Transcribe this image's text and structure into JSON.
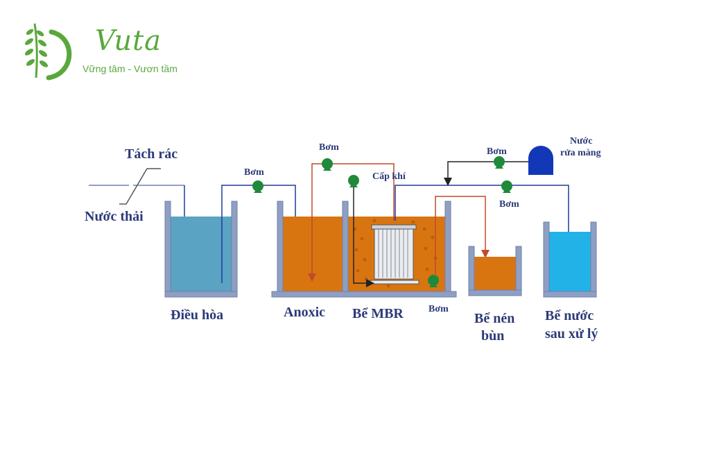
{
  "brand": {
    "name": "Vuta",
    "tagline": "Vững tâm - Vươn tầm",
    "color": "#5aa83c"
  },
  "diagram": {
    "labels": {
      "screen": "Tách rác",
      "wastewater": "Nước thải",
      "equalization": "Điều hòa",
      "anoxic": "Anoxic",
      "mbr": "Bể MBR",
      "sludge_line1": "Bể nén",
      "sludge_line2": "bùn",
      "treated_line1": "Bể nước",
      "treated_line2": "sau xử lý",
      "air_supply": "Cấp khí",
      "membrane_wash_line1": "Nước",
      "membrane_wash_line2": "rửa màng",
      "pump_1": "Bơm",
      "pump_2": "Bơm",
      "pump_3": "Bơm",
      "pump_4": "Bơm",
      "pump_5": "Bơm"
    },
    "colors": {
      "label": "#2c3a78",
      "tank_wall": "#8f9fc4",
      "equalization_water": "#5aa3c2",
      "anoxic_water": "#d97511",
      "mbr_water": "#d97511",
      "sludge_water": "#d97511",
      "treated_water": "#22b2e8",
      "pump": "#1e8a3a",
      "wash_tank": "#1238b8",
      "pipe_blue": "#1f3a9c",
      "pipe_red": "#c04a2a"
    }
  }
}
